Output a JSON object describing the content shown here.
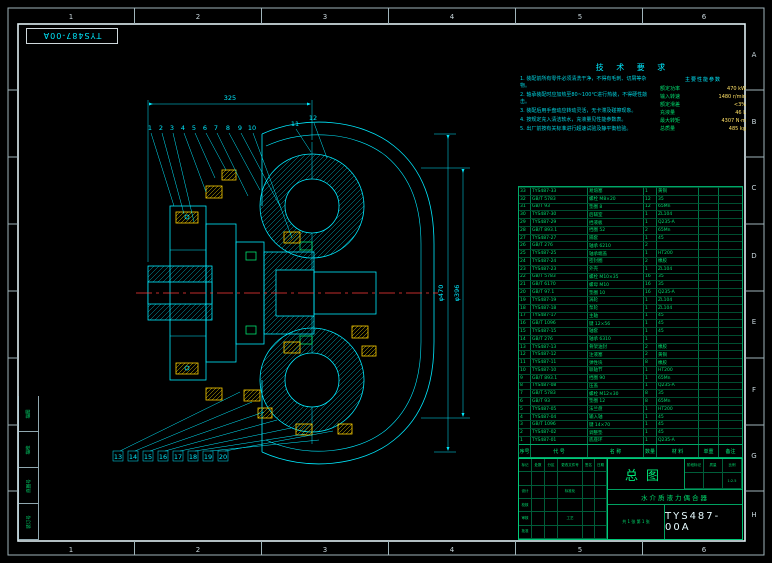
{
  "frame": {
    "id_rotated": "TYS487-00A",
    "zones_top": [
      "1",
      "2",
      "3",
      "4",
      "5",
      "6"
    ],
    "zones_bottom": [
      "1",
      "2",
      "3",
      "4",
      "5",
      "6"
    ],
    "zones_right": [
      "A",
      "B",
      "C",
      "D",
      "E",
      "F",
      "G",
      "H"
    ],
    "strip": [
      "描图",
      "描校",
      "底图号",
      "装订号"
    ]
  },
  "view": {
    "balloons": [
      "1",
      "2",
      "3",
      "4",
      "5",
      "6",
      "7",
      "8",
      "9",
      "10",
      "11",
      "12",
      "13",
      "14",
      "15",
      "16",
      "17",
      "18",
      "19",
      "20"
    ],
    "dims": {
      "outer": "φ470",
      "inner": "φ396",
      "width": "325"
    }
  },
  "tech": {
    "title": "技 术 要 求",
    "items": [
      "1. 装配前所有零件必须清洗干净，不得有毛刺、切屑等杂物。",
      "2. 轴承装配时应加热至80~100℃进行热装，不得硬性敲击。",
      "3. 装配后用手盘动应转动灵活，无卡滞及碰擦现象。",
      "4. 按规定充入清洁软水，充液量见性能参数表。",
      "5. 出厂前按有关标准进行超速试验及静平衡检验。"
    ],
    "params_title": "主要性能参数",
    "params": [
      {
        "label": "额定功率",
        "value": "470 kW"
      },
      {
        "label": "输入转速",
        "value": "1480 r/min"
      },
      {
        "label": "额定滑差",
        "value": "<3%"
      },
      {
        "label": "充液量",
        "value": "46 L"
      },
      {
        "label": "最大转矩",
        "value": "4307 N·m"
      },
      {
        "label": "总质量",
        "value": "485 kg"
      }
    ]
  },
  "bom": {
    "headers": [
      "序号",
      "代 号",
      "名 称",
      "数量",
      "材 料",
      "单重",
      "备注"
    ],
    "rows": [
      {
        "no": "33",
        "code": "TYS487-33",
        "name": "易熔塞",
        "qty": "1",
        "mat": "黄铜",
        "wt": "",
        "note": ""
      },
      {
        "no": "32",
        "code": "GB/T 5783",
        "name": "螺栓 M8×20",
        "qty": "12",
        "mat": "35",
        "wt": "",
        "note": ""
      },
      {
        "no": "31",
        "code": "GB/T 93",
        "name": "垫圈 8",
        "qty": "12",
        "mat": "65Mn",
        "wt": "",
        "note": ""
      },
      {
        "no": "30",
        "code": "TYS487-30",
        "name": "后辅室",
        "qty": "1",
        "mat": "ZL104",
        "wt": "",
        "note": ""
      },
      {
        "no": "29",
        "code": "TYS487-29",
        "name": "挡液板",
        "qty": "1",
        "mat": "Q235-A",
        "wt": "",
        "note": ""
      },
      {
        "no": "28",
        "code": "GB/T 893.1",
        "name": "挡圈 52",
        "qty": "2",
        "mat": "65Mn",
        "wt": "",
        "note": ""
      },
      {
        "no": "27",
        "code": "TYS487-27",
        "name": "隔套",
        "qty": "1",
        "mat": "45",
        "wt": "",
        "note": ""
      },
      {
        "no": "26",
        "code": "GB/T 276",
        "name": "轴承 6210",
        "qty": "2",
        "mat": "",
        "wt": "",
        "note": ""
      },
      {
        "no": "25",
        "code": "TYS487-25",
        "name": "轴承端盖",
        "qty": "1",
        "mat": "HT200",
        "wt": "",
        "note": ""
      },
      {
        "no": "24",
        "code": "TYS487-24",
        "name": "密封圈",
        "qty": "2",
        "mat": "橡胶",
        "wt": "",
        "note": ""
      },
      {
        "no": "23",
        "code": "TYS487-23",
        "name": "外壳",
        "qty": "1",
        "mat": "ZL104",
        "wt": "",
        "note": ""
      },
      {
        "no": "22",
        "code": "GB/T 5783",
        "name": "螺栓 M10×35",
        "qty": "16",
        "mat": "35",
        "wt": "",
        "note": ""
      },
      {
        "no": "21",
        "code": "GB/T 6170",
        "name": "螺母 M10",
        "qty": "16",
        "mat": "35",
        "wt": "",
        "note": ""
      },
      {
        "no": "20",
        "code": "GB/T 97.1",
        "name": "垫圈 10",
        "qty": "16",
        "mat": "Q235-A",
        "wt": "",
        "note": ""
      },
      {
        "no": "19",
        "code": "TYS487-19",
        "name": "涡轮",
        "qty": "1",
        "mat": "ZL104",
        "wt": "",
        "note": ""
      },
      {
        "no": "18",
        "code": "TYS487-18",
        "name": "泵轮",
        "qty": "1",
        "mat": "ZL104",
        "wt": "",
        "note": ""
      },
      {
        "no": "17",
        "code": "TYS487-17",
        "name": "主轴",
        "qty": "1",
        "mat": "45",
        "wt": "",
        "note": ""
      },
      {
        "no": "16",
        "code": "GB/T 1096",
        "name": "键 12×56",
        "qty": "1",
        "mat": "45",
        "wt": "",
        "note": ""
      },
      {
        "no": "15",
        "code": "TYS487-15",
        "name": "轴套",
        "qty": "1",
        "mat": "45",
        "wt": "",
        "note": ""
      },
      {
        "no": "14",
        "code": "GB/T 276",
        "name": "轴承 6310",
        "qty": "1",
        "mat": "",
        "wt": "",
        "note": ""
      },
      {
        "no": "13",
        "code": "TYS487-13",
        "name": "骨架油封",
        "qty": "2",
        "mat": "橡胶",
        "wt": "",
        "note": ""
      },
      {
        "no": "12",
        "code": "TYS487-12",
        "name": "注液塞",
        "qty": "2",
        "mat": "黄铜",
        "wt": "",
        "note": ""
      },
      {
        "no": "11",
        "code": "TYS487-11",
        "name": "弹性块",
        "qty": "8",
        "mat": "橡胶",
        "wt": "",
        "note": ""
      },
      {
        "no": "10",
        "code": "TYS487-10",
        "name": "联轴节",
        "qty": "1",
        "mat": "HT200",
        "wt": "",
        "note": ""
      },
      {
        "no": "9",
        "code": "GB/T 893.1",
        "name": "挡圈 90",
        "qty": "1",
        "mat": "65Mn",
        "wt": "",
        "note": ""
      },
      {
        "no": "8",
        "code": "TYS487-08",
        "name": "压盖",
        "qty": "1",
        "mat": "Q235-A",
        "wt": "",
        "note": ""
      },
      {
        "no": "7",
        "code": "GB/T 5783",
        "name": "螺栓 M12×30",
        "qty": "8",
        "mat": "35",
        "wt": "",
        "note": ""
      },
      {
        "no": "6",
        "code": "GB/T 93",
        "name": "垫圈 12",
        "qty": "8",
        "mat": "65Mn",
        "wt": "",
        "note": ""
      },
      {
        "no": "5",
        "code": "TYS487-05",
        "name": "法兰盘",
        "qty": "1",
        "mat": "HT200",
        "wt": "",
        "note": ""
      },
      {
        "no": "4",
        "code": "TYS487-04",
        "name": "输入轴",
        "qty": "1",
        "mat": "45",
        "wt": "",
        "note": ""
      },
      {
        "no": "3",
        "code": "GB/T 1096",
        "name": "键 14×70",
        "qty": "1",
        "mat": "45",
        "wt": "",
        "note": ""
      },
      {
        "no": "2",
        "code": "TYS487-02",
        "name": "调整垫",
        "qty": "1",
        "mat": "45",
        "wt": "",
        "note": ""
      },
      {
        "no": "1",
        "code": "TYS487-01",
        "name": "底座环",
        "qty": "1",
        "mat": "Q235-A",
        "wt": "",
        "note": ""
      }
    ]
  },
  "titleblock": {
    "cells": [
      "标记",
      "处数",
      "分区",
      "更改文件号",
      "签名",
      "日期",
      "",
      "",
      "",
      "",
      "",
      "",
      "设计",
      "",
      "",
      "标准化",
      "",
      "",
      "校核",
      "",
      "",
      "",
      "",
      "",
      "审核",
      "",
      "",
      "工艺",
      "",
      "",
      "批准",
      "",
      "",
      "",
      "",
      ""
    ],
    "name_big": "总图",
    "meta": [
      "阶段标记",
      "质量",
      "比例",
      "",
      "",
      "1:2.5"
    ],
    "product": "水介质液力偶合器",
    "sheets": "共 1 张  第 1 张",
    "number": "TYS487-00A"
  }
}
